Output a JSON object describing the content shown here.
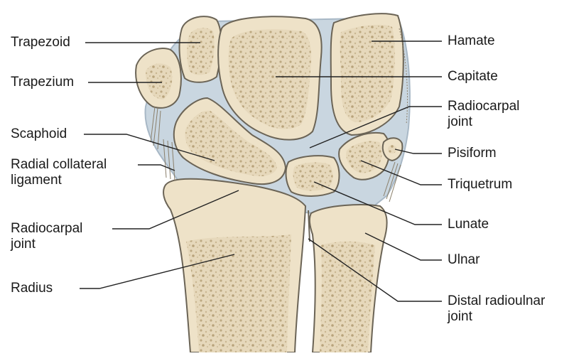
{
  "labels": {
    "trapezoid": "Trapezoid",
    "trapezium": "Trapezium",
    "scaphoid": "Scaphoid",
    "radial_collateral": [
      "Radial collateral",
      "ligament"
    ],
    "radiocarpal_left": [
      "Radiocarpal",
      "joint"
    ],
    "radius": "Radius",
    "hamate": "Hamate",
    "capitate": "Capitate",
    "radiocarpal_right": [
      "Radiocarpal",
      "joint"
    ],
    "pisiform": "Pisiform",
    "triquetrum": "Triquetrum",
    "lunate": "Lunate",
    "ulnar": "Ulnar",
    "distal_radioulnar": [
      "Distal radioulnar",
      "joint"
    ]
  },
  "colors": {
    "bone_fill": "#eee2c8",
    "bone_cortex": "#e4d3b0",
    "spongy": "#c8b590",
    "cartilage": "#c9d6e0",
    "capsule": "#a8b8c6",
    "outline": "#6b6456",
    "leader": "#222222"
  }
}
